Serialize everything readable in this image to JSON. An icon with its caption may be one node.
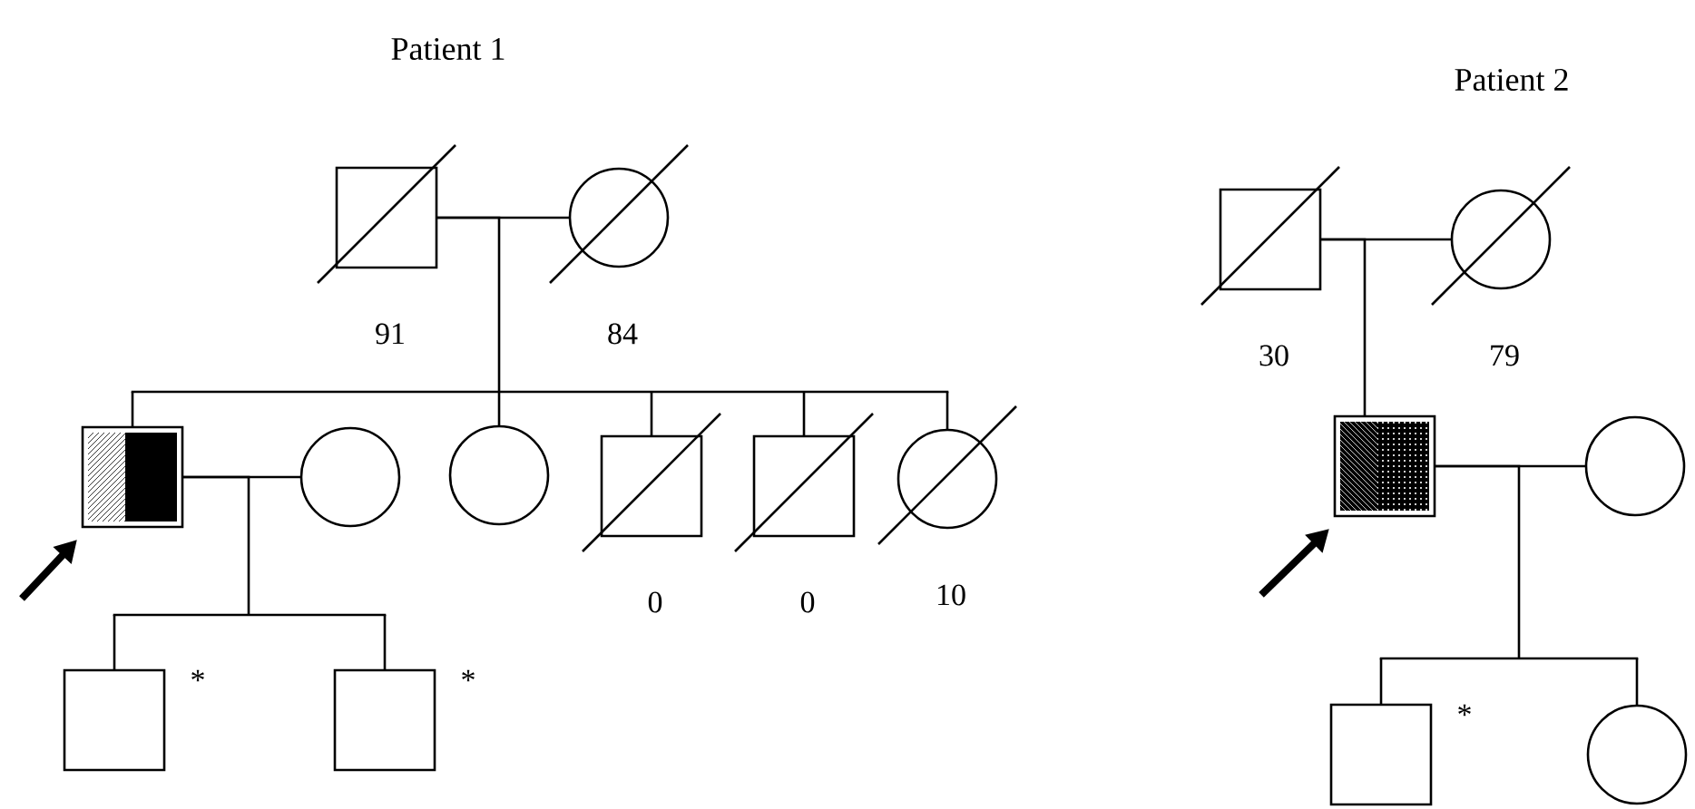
{
  "diagram": {
    "nodes": [
      {
        "text": [],
        "shape": "box",
        "beside": [
          "91"
        ]
      },
      {
        "text": [],
        "shape": "circle",
        "beside": [
          "84"
        ]
      },
      {
        "text": [],
        "shape": "box"
      },
      {
        "text": [],
        "shape": "circle"
      },
      {
        "text": [],
        "shape": "circle"
      },
      {
        "text": [],
        "shape": "box",
        "beside": [
          "0"
        ]
      },
      {
        "text": [],
        "shape": "box",
        "beside": [
          "0"
        ]
      },
      {
        "text": [],
        "shape": "circle",
        "beside": [
          "10"
        ]
      },
      {
        "text": [],
        "shape": "box",
        "beside": [
          "*"
        ]
      },
      {
        "text": [],
        "shape": "box",
        "beside": [
          "*"
        ]
      },
      {
        "text": [],
        "shape": "box",
        "beside": [
          "30"
        ]
      },
      {
        "text": [],
        "shape": "circle",
        "beside": [
          "79"
        ]
      },
      {
        "text": [],
        "shape": "box"
      },
      {
        "text": [],
        "shape": "circle"
      },
      {
        "text": [],
        "shape": "box",
        "beside": [
          "*"
        ]
      },
      {
        "text": [],
        "shape": "circle"
      }
    ],
    "edges": [
      {
        "from": 0,
        "to": 1,
        "arrow": "none"
      },
      {
        "from": 0,
        "to": 2,
        "arrow": "none"
      },
      {
        "from": 0,
        "to": 4,
        "arrow": "none"
      },
      {
        "from": 0,
        "to": 5,
        "arrow": "none"
      },
      {
        "from": 0,
        "to": 6,
        "arrow": "none"
      },
      {
        "from": 0,
        "to": 7,
        "arrow": "none"
      },
      {
        "from": 2,
        "to": 3,
        "arrow": "none"
      },
      {
        "from": 2,
        "to": 8,
        "arrow": "none"
      },
      {
        "from": 2,
        "to": 9,
        "arrow": "none"
      },
      {
        "from": null,
        "to": 2,
        "arrow": "to",
        "style": "thick"
      },
      {
        "from": 10,
        "to": 11,
        "arrow": "none"
      },
      {
        "from": 10,
        "to": 12,
        "arrow": "none"
      },
      {
        "from": 12,
        "to": 13,
        "arrow": "none"
      },
      {
        "from": 12,
        "to": 14,
        "arrow": "none"
      },
      {
        "from": 12,
        "to": 15,
        "arrow": "none"
      },
      {
        "from": null,
        "to": 12,
        "arrow": "to",
        "style": "thick"
      }
    ],
    "labels": [
      "Patient 1",
      "Patient 2"
    ]
  }
}
